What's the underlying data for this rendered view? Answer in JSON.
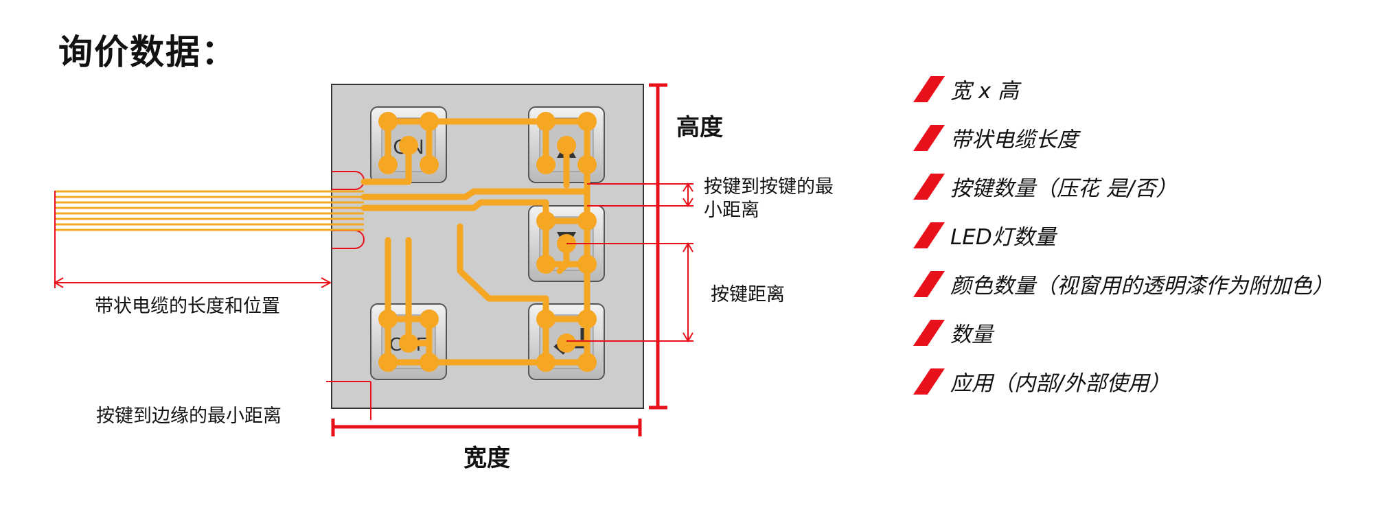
{
  "title": "询价数据：",
  "keys": {
    "top_left": "ON",
    "bottom_left": "OFF"
  },
  "labels": {
    "height": "高度",
    "width": "宽度",
    "key_to_key_distance": "按键到按键的最小距离",
    "key_distance": "按键距离",
    "cable_length_position": "带状电缆的长度和位置",
    "key_to_edge": "按键到边缘的最小距离"
  },
  "requirements": [
    "宽 x 高",
    "带状电缆长度",
    "按键数量（压花 是/否）",
    "LED灯数量",
    "颜色数量（视窗用的透明漆作为附加色）",
    "数量",
    "应用（内部/外部使用）"
  ],
  "colors": {
    "accent_red": "#e8111b",
    "trace_orange": "#f5a623",
    "panel_grey": "#cdcdcd"
  }
}
